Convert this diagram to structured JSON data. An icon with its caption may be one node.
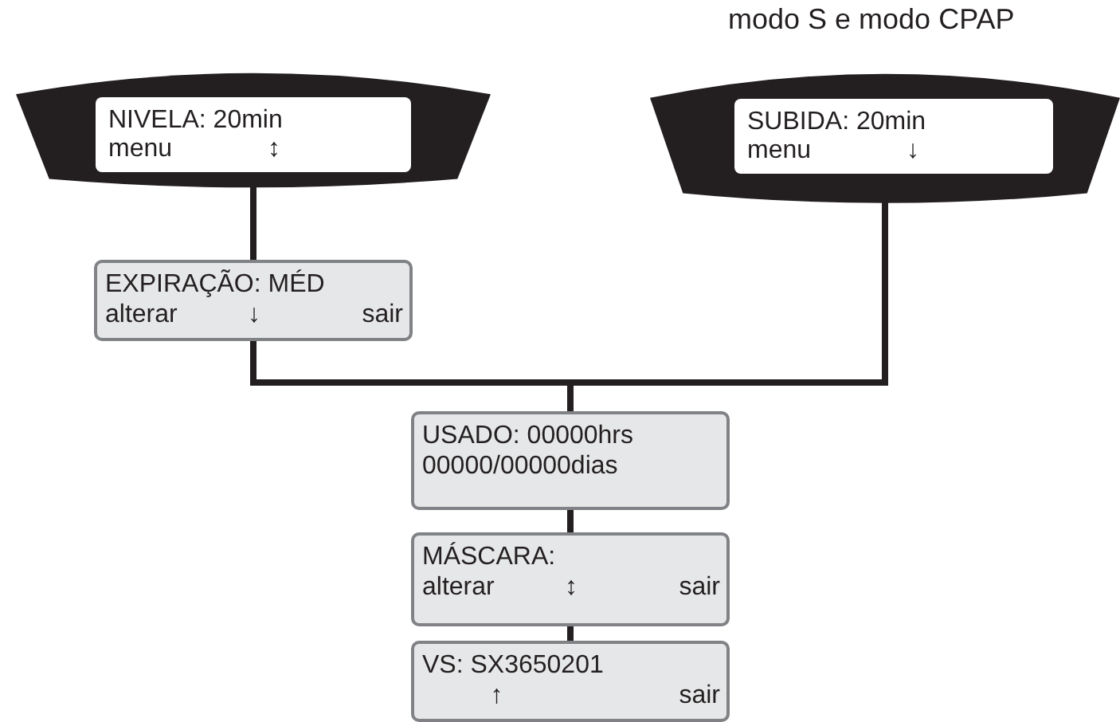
{
  "diagram": {
    "nodes": [
      {
        "text": [
          "NIVELA:  20min",
          "menu",
          "↕"
        ]
      },
      {
        "text": [
          "SUBIDA:  20min",
          "menu",
          "↓"
        ],
        "beside": [
          "modo S e modo CPAP"
        ]
      },
      {
        "text": [
          "EXPIRAÇÃO: MÉD",
          "alterar",
          "↓",
          "sair"
        ]
      },
      {
        "text": [
          "USADO: 00000hrs",
          "00000/00000dias"
        ]
      },
      {
        "text": [
          "MÁSCARA:",
          "alterar",
          "↕",
          "sair"
        ]
      },
      {
        "text": [
          "VS: SX3650201",
          "↑",
          "sair"
        ]
      }
    ],
    "edges": [
      {
        "from": 0,
        "to": 2,
        "arrow": "none"
      },
      {
        "from": 2,
        "to": 3,
        "arrow": "none"
      },
      {
        "from": 1,
        "to": 3,
        "arrow": "none"
      },
      {
        "from": 3,
        "to": 4,
        "arrow": "none"
      },
      {
        "from": 4,
        "to": 5,
        "arrow": "none"
      }
    ]
  }
}
